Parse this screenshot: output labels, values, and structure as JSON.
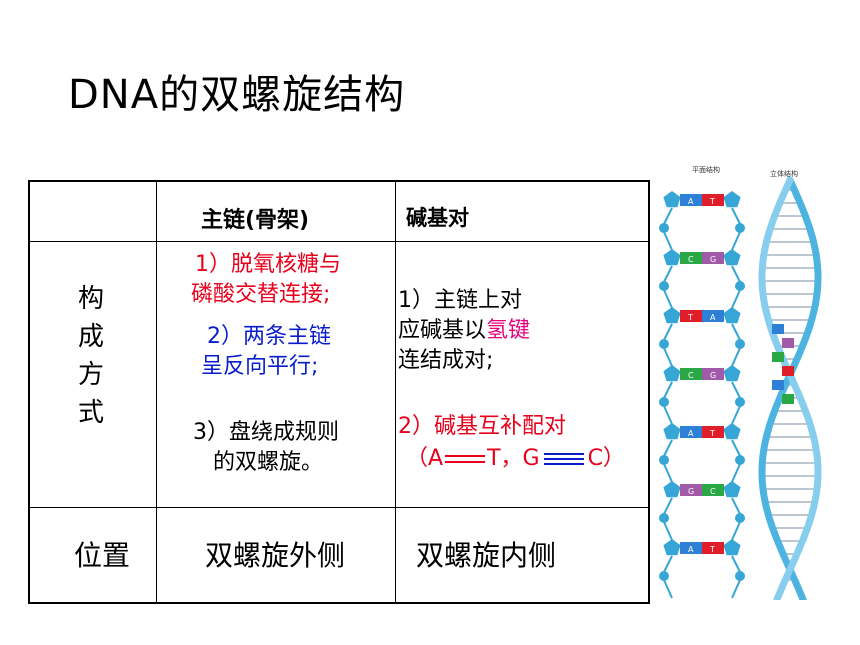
{
  "title": "DNA的双螺旋结构",
  "table": {
    "header": {
      "col1": "主链(骨架)",
      "col2": "碱基对"
    },
    "row_label": [
      "构",
      "成",
      "方",
      "式"
    ],
    "backbone": {
      "item1_line1": "1）脱氧核糖与",
      "item1_line2": "磷酸交替连接;",
      "item2_line1": "2）两条主链",
      "item2_line2": "呈反向平行;",
      "item3_line1": "3）盘绕成规则",
      "item3_line2": "的双螺旋。"
    },
    "pairs": {
      "item1_line1": "1）主链上对",
      "item1_line2a": "应碱基以",
      "item1_line2b": "氢键",
      "item1_line3": "连结成对;",
      "item2_line1": "2）碱基互补配对",
      "item2_line2_a": "（A",
      "item2_line2_b": "T，G",
      "item2_line2_c": "C）"
    },
    "position": {
      "label": "位置",
      "backbone": "双螺旋外侧",
      "pairs": "双螺旋内侧"
    }
  },
  "figure": {
    "label_left": "平面结构",
    "label_right": "立体结构",
    "bases": [
      "A",
      "T",
      "C",
      "G",
      "T",
      "A",
      "C",
      "G",
      "A",
      "T",
      "G",
      "C",
      "A",
      "T"
    ],
    "colors": {
      "A": "#2e7fd6",
      "T": "#e01e2a",
      "C": "#2aa845",
      "G": "#a05aa8",
      "backbone": "#35a6d6",
      "helix": "#4db3e0"
    }
  }
}
